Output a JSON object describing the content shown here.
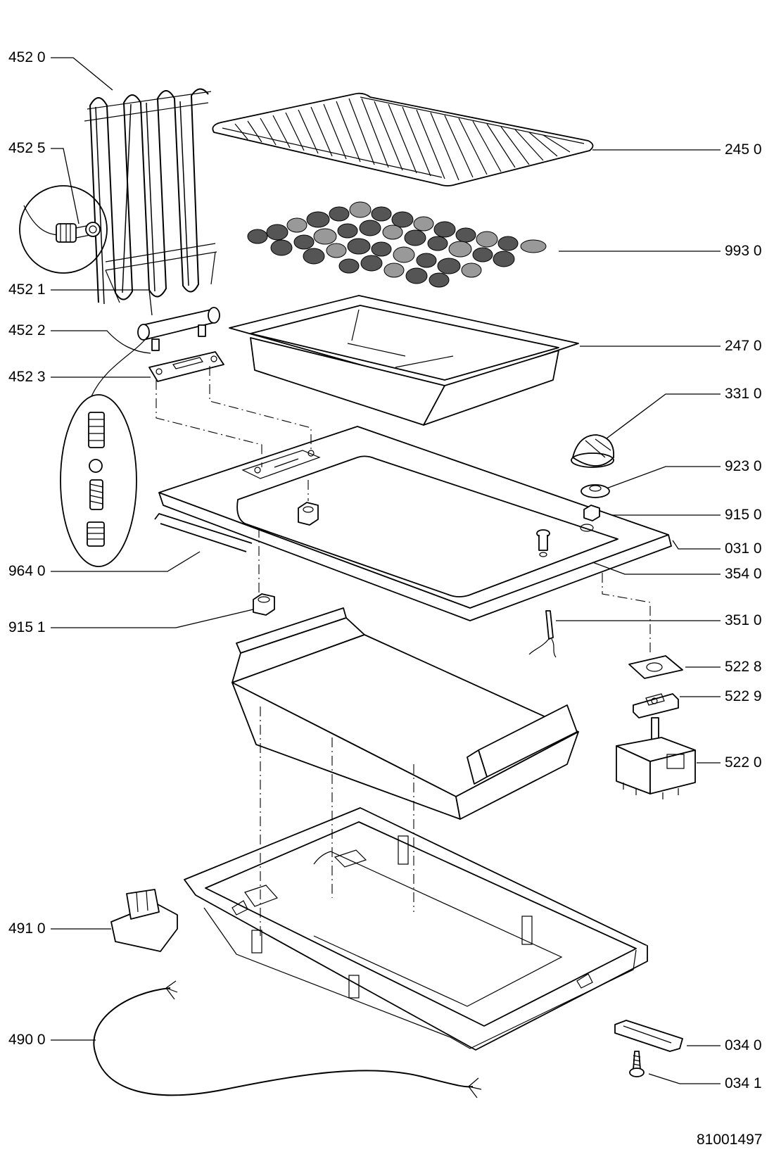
{
  "drawing_number": "81001497",
  "parts": [
    {
      "id": "p4520",
      "label": "452 0"
    },
    {
      "id": "p4525",
      "label": "452 5"
    },
    {
      "id": "p4521",
      "label": "452 1"
    },
    {
      "id": "p4522",
      "label": "452 2"
    },
    {
      "id": "p4523",
      "label": "452 3"
    },
    {
      "id": "p9640",
      "label": "964 0"
    },
    {
      "id": "p9151",
      "label": "915 1"
    },
    {
      "id": "p4910",
      "label": "491 0"
    },
    {
      "id": "p4900",
      "label": "490 0"
    },
    {
      "id": "p2450",
      "label": "245 0"
    },
    {
      "id": "p9930",
      "label": "993 0"
    },
    {
      "id": "p2470",
      "label": "247 0"
    },
    {
      "id": "p3310",
      "label": "331 0"
    },
    {
      "id": "p9230",
      "label": "923 0"
    },
    {
      "id": "p9150",
      "label": "915 0"
    },
    {
      "id": "p0310",
      "label": "031 0"
    },
    {
      "id": "p3540",
      "label": "354 0"
    },
    {
      "id": "p3510",
      "label": "351 0"
    },
    {
      "id": "p5228",
      "label": "522 8"
    },
    {
      "id": "p5229",
      "label": "522 9"
    },
    {
      "id": "p5220",
      "label": "522 0"
    },
    {
      "id": "p0340",
      "label": "034 0"
    },
    {
      "id": "p0341",
      "label": "034 1"
    }
  ]
}
